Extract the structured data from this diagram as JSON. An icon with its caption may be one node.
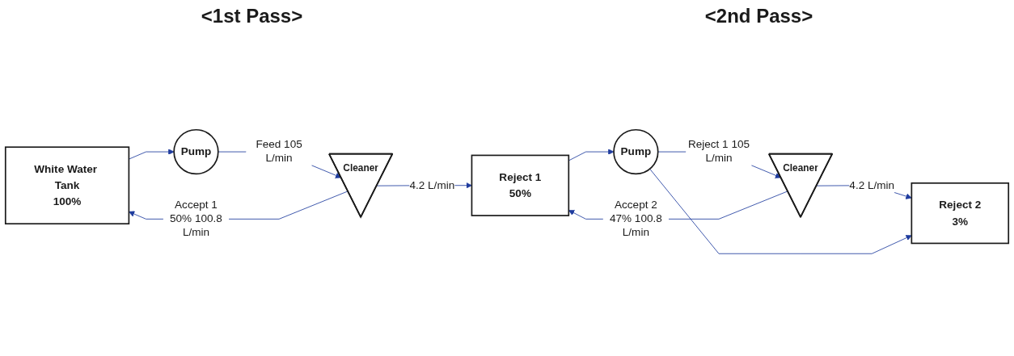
{
  "diagram": {
    "nodes": [
      {
        "text": [
          "White Water Tank",
          "100%"
        ]
      },
      {
        "text": [
          "Pump"
        ]
      },
      {
        "text": [
          "Cleaner"
        ]
      },
      {
        "text": [
          "Reject 1",
          "50%"
        ]
      },
      {
        "text": [
          "Pump"
        ]
      },
      {
        "text": [
          "Cleaner"
        ]
      },
      {
        "text": [
          "Reject 2",
          "3%"
        ]
      }
    ],
    "edges": [
      {
        "from": 0,
        "to": 1,
        "arrow": "to"
      },
      {
        "from": 1,
        "to": 2,
        "arrow": "to",
        "label": "Feed 105 L/min"
      },
      {
        "from": 2,
        "to": 0,
        "arrow": "to",
        "label": "Accept 1 50% 100.8 L/min"
      },
      {
        "from": 2,
        "to": 3,
        "arrow": "to",
        "label": "4.2 L/min"
      },
      {
        "from": 3,
        "to": 4,
        "arrow": "to"
      },
      {
        "from": 4,
        "to": 5,
        "arrow": "to",
        "label": "Reject 1 105 L/min"
      },
      {
        "from": 5,
        "to": 3,
        "arrow": "to",
        "label": "Accept 2 47% 100.8 L/min"
      },
      {
        "from": 5,
        "to": 6,
        "arrow": "to",
        "label": "4.2 L/min"
      },
      {
        "from": 4,
        "to": 6,
        "arrow": "to"
      }
    ],
    "labels": [
      "<1st Pass>",
      "<2nd Pass>"
    ]
  }
}
